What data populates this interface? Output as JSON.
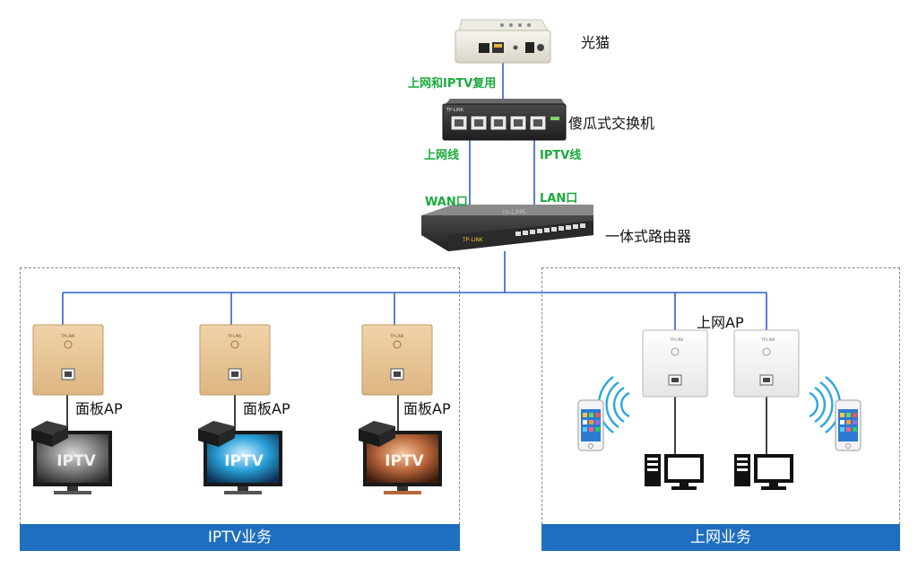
{
  "devices": {
    "modem": "光猫",
    "switch": "傻瓜式交换机",
    "router": "一体式路由器",
    "panel_ap": "面板AP",
    "internet_ap": "上网AP"
  },
  "links": {
    "modem_switch": "上网和IPTV复用",
    "internet_line": "上网线",
    "iptv_line": "IPTV线",
    "wan_port": "WAN口",
    "lan_port": "LAN口"
  },
  "groups": {
    "iptv": "IPTV业务",
    "internet": "上网业务"
  },
  "tv_label": "IPTV",
  "colors": {
    "line": "#2f5fcf",
    "green_label": "#1aaa3c",
    "group_bar": "#1f6fc0"
  }
}
